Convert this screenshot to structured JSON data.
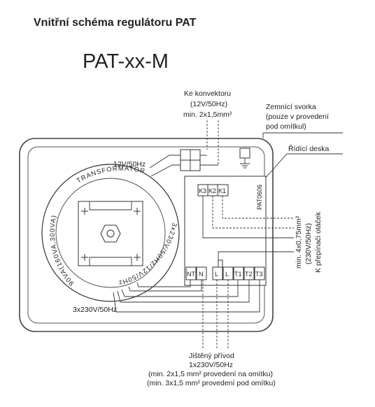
{
  "heading": "Vnitřní schéma regulátoru PAT",
  "model": "PAT-xx-M",
  "convector": {
    "line1": "Ke konvektoru",
    "line2": "(12V/50Hz)",
    "line3": "min. 2x1,5mm²"
  },
  "ground": {
    "line1": "Zemnící svorka",
    "line2": "(pouze v provedení",
    "line3": "pod omítkul)"
  },
  "control_board": "Řídící deska",
  "pcb_code": "PAT0606",
  "label_12v": "12V/50Hz",
  "label_3x230": "3x230V/50Hz",
  "transformer_top": "TRANSFORMATOR",
  "transformer_right": "3x230V/50Hz/12V/50Hz",
  "transformer_left": "90VA(160VA,300VA)",
  "relays": [
    "K3",
    "K2",
    "K1"
  ],
  "terminals": [
    "NT",
    "N",
    "L",
    "L",
    "T1",
    "T2",
    "T3"
  ],
  "right_wires": {
    "line1": "min. 4x0,75mm²",
    "line2": "(230V/50Hz)",
    "line3": "K přepínači otáček"
  },
  "supply": {
    "line1": "Jištěný přívod",
    "line2": "1x230V/50Hz",
    "line3": "(min. 2x1,5 mm² provedení na omítku)",
    "line4": "(min. 3x1,5 mm² provedení pod omítku)"
  }
}
